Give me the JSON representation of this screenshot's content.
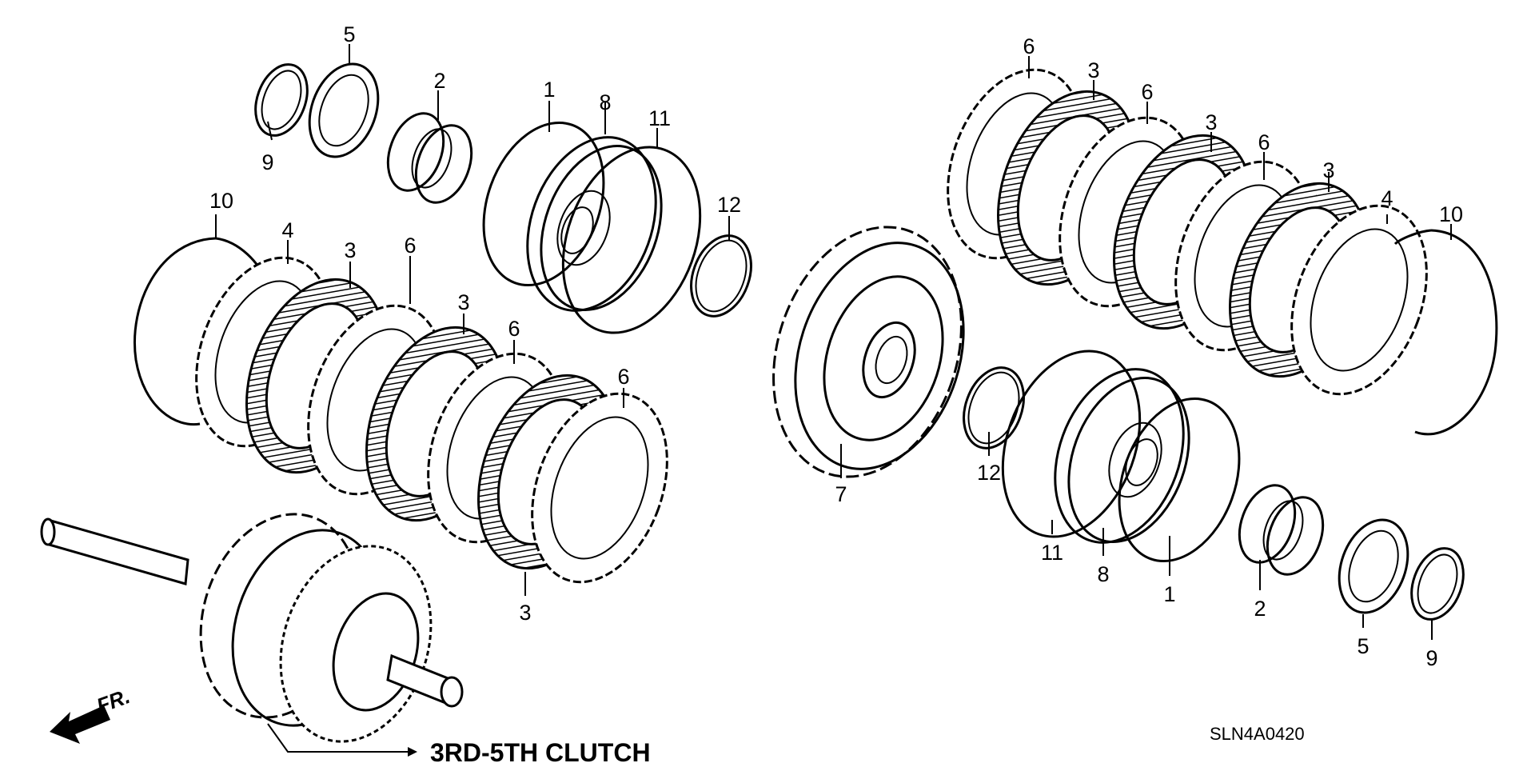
{
  "diagram": {
    "callouts": [
      "1",
      "2",
      "3",
      "4",
      "5",
      "6",
      "7",
      "8",
      "9",
      "10",
      "11",
      "12"
    ],
    "assembly_label": "3RD-5TH CLUTCH",
    "direction_label": "FR.",
    "diagram_code": "SLN4A0420"
  },
  "icons": {
    "front_direction": "arrow-left-icon"
  },
  "colors": {
    "ink": "#000000",
    "background": "#ffffff"
  }
}
